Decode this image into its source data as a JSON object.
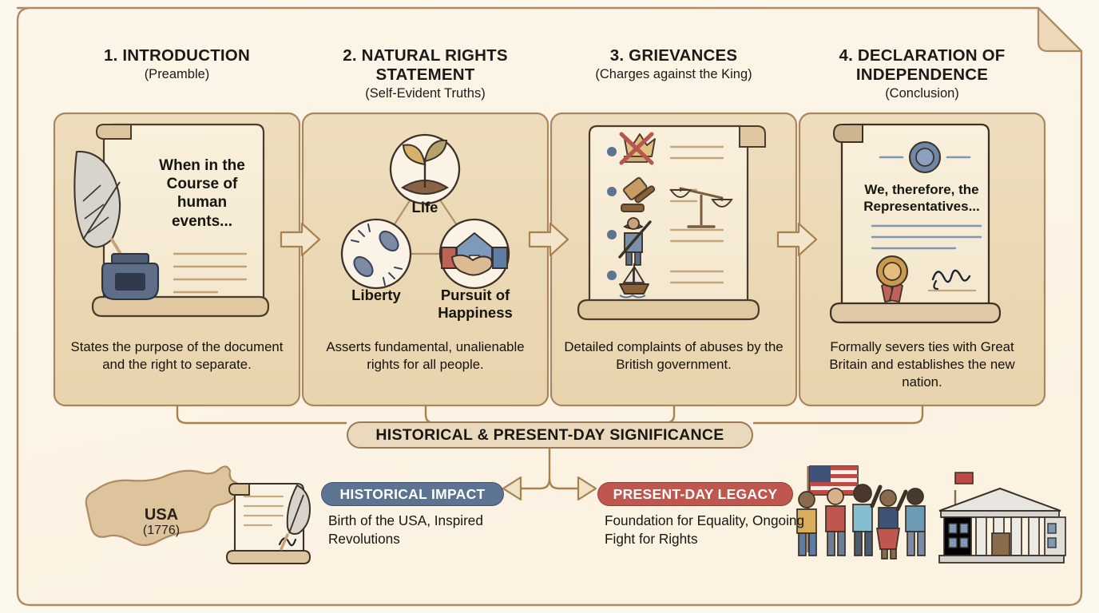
{
  "page": {
    "title": "Declaration of Independence Structure Infographic",
    "background_color": "#fdf8ed",
    "border_color": "#b08a62",
    "card_fill": "#ebd9b5",
    "scroll_fill": "#f7edd9"
  },
  "columns": [
    {
      "id": "introduction",
      "title": "1. INTRODUCTION",
      "subtitle": "(Preamble)",
      "art": {
        "type": "scroll-quill",
        "quote": "When in the\nCourse of\nhuman\nevents..."
      },
      "caption": "States the purpose of the document and the right to separate."
    },
    {
      "id": "natural-rights",
      "title": "2. NATURAL RIGHTS STATEMENT",
      "subtitle": "(Self-Evident Truths)",
      "art": {
        "type": "rights-triangle",
        "nodes": [
          {
            "label": "Life",
            "icon": "sprout-icon"
          },
          {
            "label": "Liberty",
            "icon": "broken-chain-icon"
          },
          {
            "label": "Pursuit of Happiness",
            "icon": "handshake-house-icon"
          }
        ]
      },
      "caption": "Asserts fundamental, unalienable rights for all people."
    },
    {
      "id": "grievances",
      "title": "3. GRIEVANCES",
      "subtitle": "(Charges against the King)",
      "art": {
        "type": "grievance-list",
        "items": [
          {
            "icon": "crossed-crown-icon"
          },
          {
            "icon": "gavel-icon"
          },
          {
            "icon": "soldier-icon"
          },
          {
            "icon": "ship-icon"
          }
        ],
        "extra_icon": "unbalanced-scales-icon"
      },
      "caption": "Detailed complaints of abuses by the British government."
    },
    {
      "id": "declaration",
      "title": "4. DECLARATION OF INDEPENDENCE",
      "subtitle": "(Conclusion)",
      "art": {
        "type": "certificate",
        "quote": "We, therefore, the\nRepresentatives...",
        "icons": [
          "wax-seal-icon",
          "ribbon-medal-icon",
          "signature-icon"
        ]
      },
      "caption": "Formally severs ties with Great Britain and establishes the new nation."
    }
  ],
  "significance": {
    "banner": "HISTORICAL & PRESENT-DAY SIGNIFICANCE",
    "left": {
      "pill": "HISTORICAL IMPACT",
      "pill_color": "#5c7392",
      "text": "Birth of the USA, Inspired Revolutions",
      "icons": [
        "usa-map-icon",
        "signed-document-quill-icon"
      ],
      "map_label": "USA",
      "map_year": "(1776)"
    },
    "right": {
      "pill": "PRESENT-DAY LEGACY",
      "pill_color": "#c0574f",
      "text": "Foundation for Equality, Ongoing Fight for Rights",
      "icons": [
        "crowd-with-flag-icon",
        "government-building-icon"
      ]
    }
  }
}
